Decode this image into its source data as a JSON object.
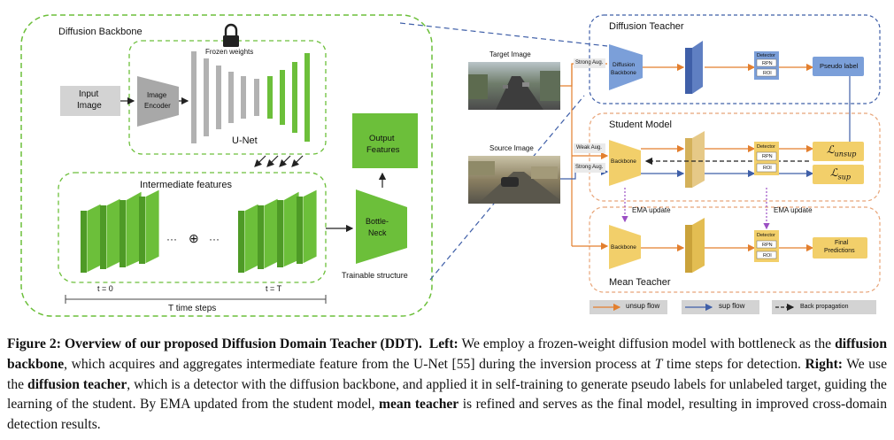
{
  "left": {
    "backbone_title": "Diffusion Backbone",
    "frozen_weights": "Frozen weights",
    "input_image": [
      "Input",
      "Image"
    ],
    "image_encoder": [
      "Image",
      "Encoder"
    ],
    "unet": "U-Net",
    "intermediate_title": "Intermediate features",
    "dots_left": "···",
    "oplus": "⊕",
    "dots_right": "···",
    "t0": "t = 0",
    "tT": "t = T",
    "time_steps": "T time steps",
    "output_features": [
      "Output",
      "Features"
    ],
    "bottleneck": [
      "Bottle-",
      "Neck"
    ],
    "trainable": "Trainable structure"
  },
  "right": {
    "teacher_title": "Diffusion Teacher",
    "student_title": "Student Model",
    "mean_title": "Mean Teacher",
    "target_image": "Target Image",
    "source_image": "Source Image",
    "strong_aug_1": "Strong Aug.",
    "weak_aug": "Weak Aug.",
    "strong_aug_2": "Strong Aug.",
    "diffusion_backbone": [
      "Diffusion",
      "Backbone"
    ],
    "backbone_student": "Backbone",
    "backbone_mean": "Backbone",
    "detector": "Detector",
    "rpn": "RPN",
    "roi": "ROI",
    "pseudo_label": "Pseudo label",
    "loss_unsup": "ℒ",
    "loss_unsup_sub": "unsup",
    "loss_sup": "ℒ",
    "loss_sup_sub": "sup",
    "ema_left": "EMA update",
    "ema_right": "EMA update",
    "final_predictions": [
      "Final",
      "Predictions"
    ],
    "legend_unsup": "unsup flow",
    "legend_sup": "sup flow",
    "legend_back": "Back propagation"
  },
  "colors": {
    "green": "#6cbf3a",
    "green_dark": "#4e9a26",
    "blue": "#7b9fd9",
    "blue_dark": "#3f5fa8",
    "yellow": "#f2cf6a",
    "orange": "#e37f2e",
    "gray": "#c7c7c7"
  },
  "caption": {
    "fig_label": "Figure 2: Overview of our proposed Diffusion Domain Teacher (DDT).",
    "left_label": "Left:",
    "t1": " We employ a frozen-weight diffusion model with bottleneck as the ",
    "b1": "diffusion backbone",
    "t2": ", which acquires and aggregates intermediate feature from the U-Net [55] during the inversion process at ",
    "T": "T",
    "t3": " time steps for detection. ",
    "right_label": "Right:",
    "t4": " We use the ",
    "b2": "diffusion teacher",
    "t5": ", which is a detector with the diffusion backbone, and applied it in self-training to generate pseudo labels for unlabeled target, guiding the learning of the student. By EMA updated from the student model, ",
    "b3": "mean teacher",
    "t6": " is refined and serves as the final model, resulting in improved cross-domain detection results."
  }
}
